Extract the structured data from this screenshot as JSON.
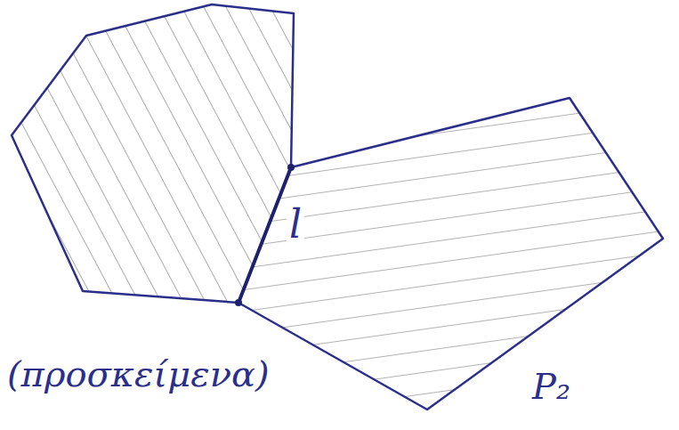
{
  "diagram": {
    "labels": [
      "l",
      "(προσκείμενα)",
      "P₂"
    ]
  }
}
